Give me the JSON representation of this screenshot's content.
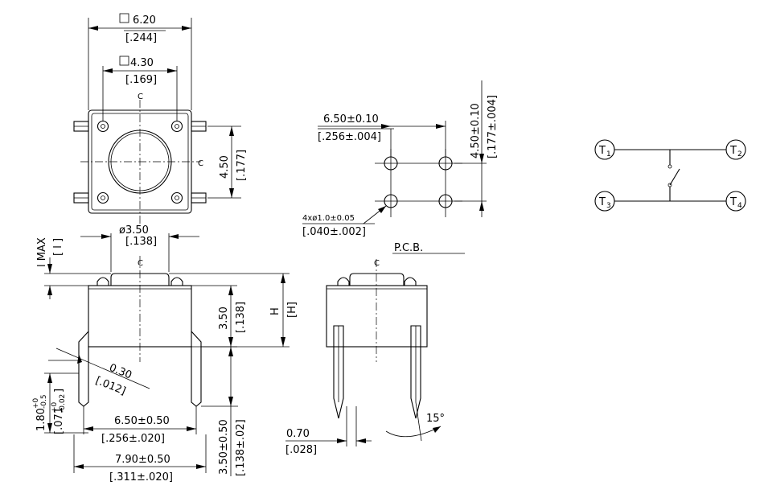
{
  "top_view": {
    "outer_square": "6.20",
    "outer_square_in": "[.244]",
    "inner_square": "4.30",
    "inner_square_in": "[.169]",
    "side_height": "4.50",
    "side_height_in": "[.177]",
    "center_mark": "C",
    "center_mark_side": "C"
  },
  "front_view": {
    "button_dia": "ø3.50",
    "button_dia_in": "[.138]",
    "l_max": "l MAX",
    "l_max_in": "[ l ]",
    "body_height": "3.50",
    "body_height_in": "[.138]",
    "total_height": "H",
    "total_height_in": "[H]",
    "lead_thickness": "0.30",
    "lead_thickness_in": "[.012]",
    "lead_pitch": "6.50±0.50",
    "lead_pitch_in": "[.256±.020]",
    "lead_span": "7.90±0.50",
    "lead_span_in": "[.311±.020]",
    "lead_length": "3.50±0.50",
    "lead_length_in": "[.138±.02]",
    "foot_height": "1.80",
    "foot_height_tol_plus": "+0",
    "foot_height_tol_minus": "-0.5",
    "foot_height_in": "[.071",
    "foot_height_in_tol_plus": "+0",
    "foot_height_in_tol_minus": "-0.02",
    "foot_height_in_close": "]",
    "center_mark": "C"
  },
  "side_view": {
    "pcb_label": "P.C.B.",
    "lead_width": "0.70",
    "lead_width_in": "[.028]",
    "bend_angle": "15°",
    "center_mark": "C"
  },
  "pcb_layout": {
    "pitch_x": "6.50±0.10",
    "pitch_x_in": "[.256±.004]",
    "pitch_y": "4.50±0.10",
    "pitch_y_in": "[.177±.004]",
    "hole_spec": "4xø1.0±0.05",
    "hole_spec_in": "[.040±.002]"
  },
  "schematic": {
    "terminals": [
      {
        "label": "T",
        "sub": "1"
      },
      {
        "label": "T",
        "sub": "2"
      },
      {
        "label": "T",
        "sub": "3"
      },
      {
        "label": "T",
        "sub": "4"
      }
    ]
  }
}
